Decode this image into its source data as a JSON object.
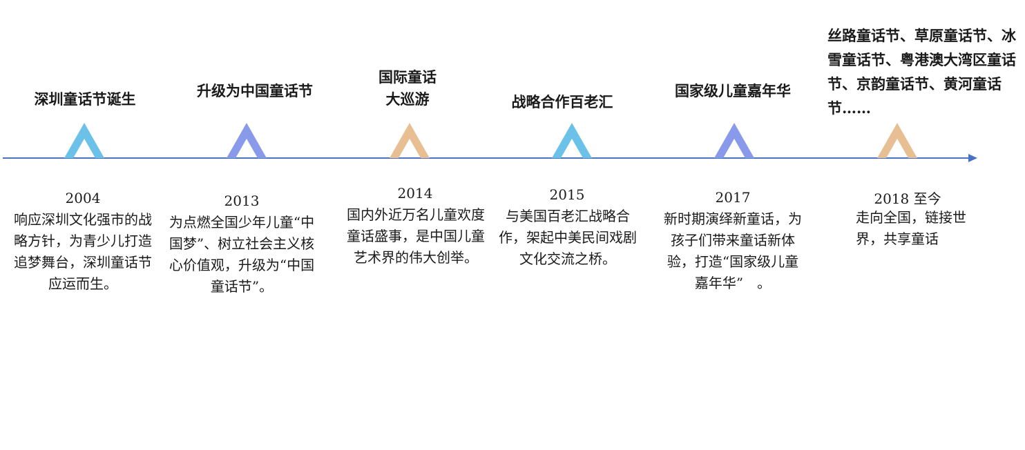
{
  "colors": {
    "axis": "#4a72c4",
    "cyan": "#6cc1e8",
    "periwinkle": "#8a9aea",
    "tan": "#e8bf92"
  },
  "events": [
    {
      "title": "深圳童话节诞生",
      "year": "2004",
      "desc": "响应深圳文化强市的战略方针，为青少儿打造追梦舞台，深圳童话节应运而生。",
      "marker_color": "cyan"
    },
    {
      "title": "升级为中国童话节",
      "year": "2013",
      "desc": "为点燃全国少年儿童“中国梦”、树立社会主义核心价值观，升级为“中国童话节”。",
      "marker_color": "periwinkle"
    },
    {
      "title": "国际童话大巡游",
      "year": "2014",
      "desc": "国内外近万名儿童欢度童话盛事，是中国儿童艺术界的伟大创举。",
      "marker_color": "tan"
    },
    {
      "title": "战略合作百老汇",
      "year": "2015",
      "desc": "与美国百老汇战略合作，架起中美民间戏剧文化交流之桥。",
      "marker_color": "cyan"
    },
    {
      "title": "国家级儿童嘉年华",
      "year": "2017",
      "desc": "新时期演绎新童话，为孩子们带来童话新体验，打造“国家级儿童嘉年华”　。",
      "marker_color": "periwinkle"
    },
    {
      "title": "丝路童话节、草原童话节、冰雪童话节、粤港澳大湾区童话节、京韵童话节、黄河童话节……",
      "year": "2018 至今",
      "desc": "走向全国，链接世界，共享童话",
      "marker_color": "tan"
    }
  ]
}
